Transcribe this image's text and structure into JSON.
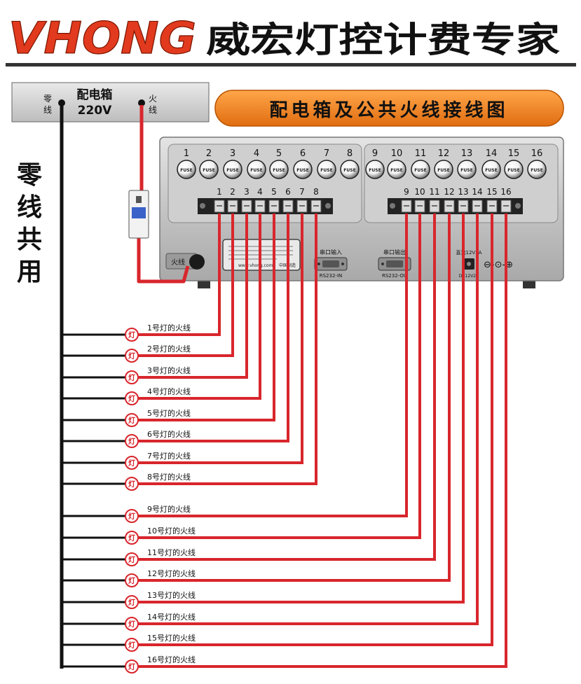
{
  "header": {
    "logo": "VHONG",
    "company": "威宏灯控计费专家"
  },
  "title_banner": "配电箱及公共火线接线图",
  "box": {
    "label": "配电箱",
    "voltage": "220V",
    "neutral": [
      "零",
      "线"
    ],
    "live": [
      "火",
      "线"
    ]
  },
  "side_label": [
    "零",
    "线",
    "共",
    "用"
  ],
  "device": {
    "fuse_numbers": [
      "1",
      "2",
      "3",
      "4",
      "5",
      "6",
      "7",
      "8",
      "9",
      "10",
      "11",
      "12",
      "13",
      "14",
      "15",
      "16"
    ],
    "fuse_text": "FUSE",
    "terminal_numbers": [
      "1",
      "2",
      "3",
      "4",
      "5",
      "6",
      "7",
      "8",
      "9",
      "10",
      "11",
      "12",
      "13",
      "14",
      "15",
      "16"
    ],
    "live_input_label": "火线",
    "serial_in_title": "串口输入",
    "serial_in_label": "RS232-IN",
    "serial_out_title": "串口输出",
    "serial_out_label": "RS232-OU",
    "power_title": "直流12V2A",
    "power_label": "DC12V2A",
    "website": "www.vhong.com",
    "made_in": "中国制造"
  },
  "lamp_icon_text": "灯",
  "lamps": [
    "1号灯的火线",
    "2号灯的火线",
    "3号灯的火线",
    "4号灯的火线",
    "5号灯的火线",
    "6号灯的火线",
    "7号灯的火线",
    "8号灯的火线",
    "9号灯的火线",
    "10号灯的火线",
    "11号灯的火线",
    "12号灯的火线",
    "13号灯的火线",
    "14号灯的火线",
    "15号灯的火线",
    "16号灯的火线"
  ],
  "colors": {
    "accent_orange": "#f07c1a",
    "wire_red": "#d8262c",
    "wire_black": "#111111",
    "device_gray": "#b8b8b8"
  }
}
